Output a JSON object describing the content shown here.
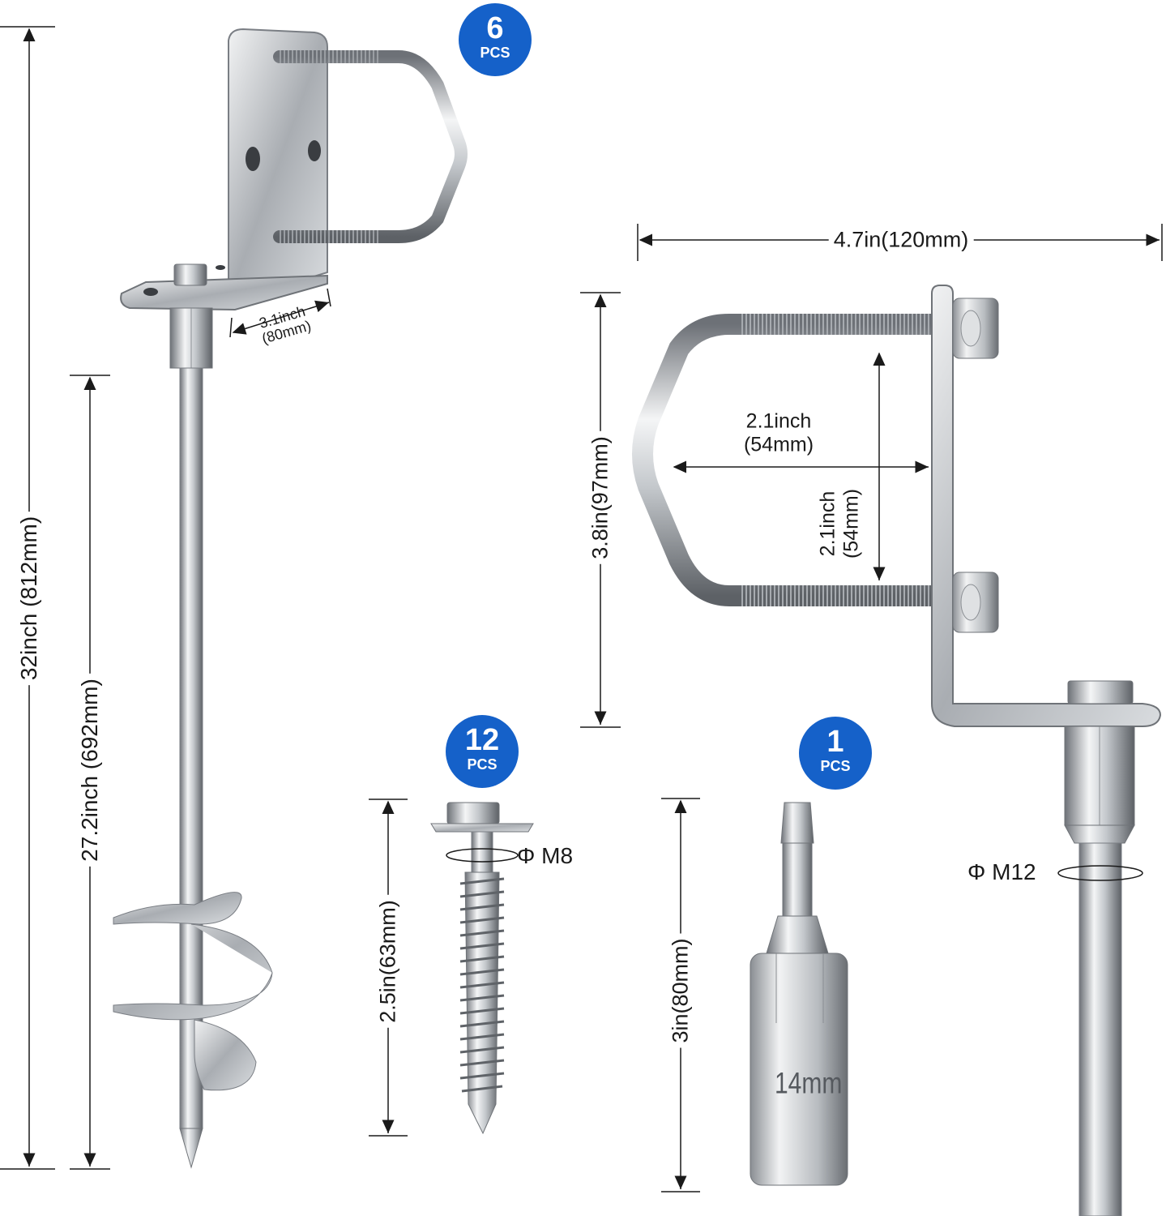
{
  "badges": {
    "anchor": {
      "count": "6",
      "unit": "PCS"
    },
    "screw": {
      "count": "12",
      "unit": "PCS"
    },
    "socket": {
      "count": "1",
      "unit": "PCS"
    }
  },
  "dimensions": {
    "total_length": "32inch (812mm)",
    "shaft_length": "27.2inch (692mm)",
    "plate_width": "3.1inch",
    "plate_width_mm": "(80mm)",
    "bracket_width": "4.7in(120mm)",
    "bracket_height": "3.8in(97mm)",
    "ubolt_inner_width": "2.1inch",
    "ubolt_inner_width_mm": "(54mm)",
    "ubolt_inner_height": "2.1inch",
    "ubolt_inner_height_mm": "(54mm)",
    "screw_length": "2.5in(63mm)",
    "screw_diameter": "Φ M8",
    "socket_length": "3in(80mm)",
    "socket_size": "14mm",
    "shaft_diameter": "Φ M12"
  },
  "colors": {
    "badge": "#1561c9",
    "metal_dark": "#7d8187",
    "metal_light": "#eef0f2"
  }
}
